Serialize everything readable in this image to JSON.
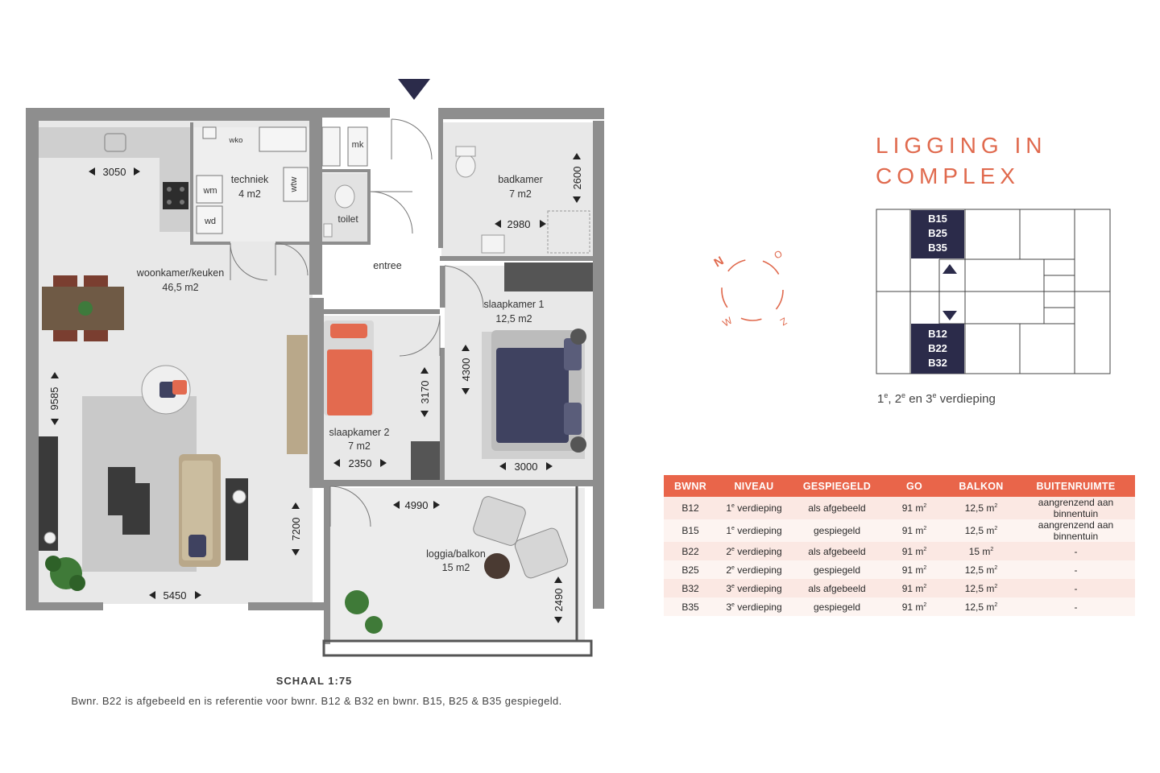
{
  "floorplan": {
    "rooms": [
      {
        "key": "woonkamer",
        "name": "woonkamer/keuken",
        "area": "46,5 m2"
      },
      {
        "key": "techniek",
        "name": "techniek",
        "area": "4 m2"
      },
      {
        "key": "badkamer",
        "name": "badkamer",
        "area": "7 m2"
      },
      {
        "key": "slaapkamer1",
        "name": "slaapkamer 1",
        "area": "12,5 m2"
      },
      {
        "key": "slaapkamer2",
        "name": "slaapkamer 2",
        "area": "7 m2"
      },
      {
        "key": "loggia",
        "name": "loggia/balkon",
        "area": "15 m2"
      }
    ],
    "labels": {
      "entree": "entree",
      "toilet": "toilet",
      "mk": "mk",
      "wko": "wko",
      "wtw": "wtw",
      "wm": "wm",
      "wd": "wd"
    },
    "dimensions": {
      "d3050": "3050",
      "d9585": "9585",
      "d5450": "5450",
      "d7200": "7200",
      "d2980": "2980",
      "d2600": "2600",
      "d4300": "4300",
      "d3170": "3170",
      "d2350": "2350",
      "d3000": "3000",
      "d4990": "4990",
      "d2490": "2490"
    },
    "scale_title": "SCHAAL 1:75",
    "scale_note": "Bwnr. B22 is afgebeeld en is referentie voor bwnr. B12 & B32 en bwnr. B15, B25 & B35 gespiegeld."
  },
  "compass": {
    "letters": {
      "n": "N",
      "o": "O",
      "z": "Z",
      "w": "W"
    },
    "color": "#e06a4e"
  },
  "complex": {
    "title_line1": "LIGGING IN",
    "title_line2": "COMPLEX",
    "top_units": [
      "B15",
      "B25",
      "B35"
    ],
    "bottom_units": [
      "B12",
      "B22",
      "B32"
    ],
    "floors_prefix": "1",
    "floors_sup1": "e",
    "floors_mid1": ", 2",
    "floors_sup2": "e",
    "floors_mid2": " en 3",
    "floors_sup3": "e",
    "floors_suffix": " verdieping",
    "accent_color": "#e06a4e",
    "unit_color": "#2b2b4a"
  },
  "table": {
    "headers": [
      "BWNR",
      "NIVEAU",
      "GESPIEGELD",
      "GO",
      "BALKON",
      "BUITENRUIMTE"
    ],
    "rows": [
      {
        "bwnr": "B12",
        "niveau_num": "1",
        "niveau_sup": "e",
        "niveau_text": " verdieping",
        "gespiegeld": "als afgebeeld",
        "go": "91 m",
        "go_sup": "2",
        "balkon": "12,5 m",
        "balkon_sup": "2",
        "buiten": "aangrenzend aan binnentuin"
      },
      {
        "bwnr": "B15",
        "niveau_num": "1",
        "niveau_sup": "e",
        "niveau_text": " verdieping",
        "gespiegeld": "gespiegeld",
        "go": "91 m",
        "go_sup": "2",
        "balkon": "12,5 m",
        "balkon_sup": "2",
        "buiten": "aangrenzend aan binnentuin"
      },
      {
        "bwnr": "B22",
        "niveau_num": "2",
        "niveau_sup": "e",
        "niveau_text": " verdieping",
        "gespiegeld": "als afgebeeld",
        "go": "91 m",
        "go_sup": "2",
        "balkon": "15 m",
        "balkon_sup": "2",
        "buiten": "-"
      },
      {
        "bwnr": "B25",
        "niveau_num": "2",
        "niveau_sup": "e",
        "niveau_text": " verdieping",
        "gespiegeld": "gespiegeld",
        "go": "91 m",
        "go_sup": "2",
        "balkon": "12,5 m",
        "balkon_sup": "2",
        "buiten": "-"
      },
      {
        "bwnr": "B32",
        "niveau_num": "3",
        "niveau_sup": "e",
        "niveau_text": " verdieping",
        "gespiegeld": "als afgebeeld",
        "go": "91 m",
        "go_sup": "2",
        "balkon": "12,5 m",
        "balkon_sup": "2",
        "buiten": "-"
      },
      {
        "bwnr": "B35",
        "niveau_num": "3",
        "niveau_sup": "e",
        "niveau_text": " verdieping",
        "gespiegeld": "gespiegeld",
        "go": "91 m",
        "go_sup": "2",
        "balkon": "12,5 m",
        "balkon_sup": "2",
        "buiten": "-"
      }
    ]
  }
}
